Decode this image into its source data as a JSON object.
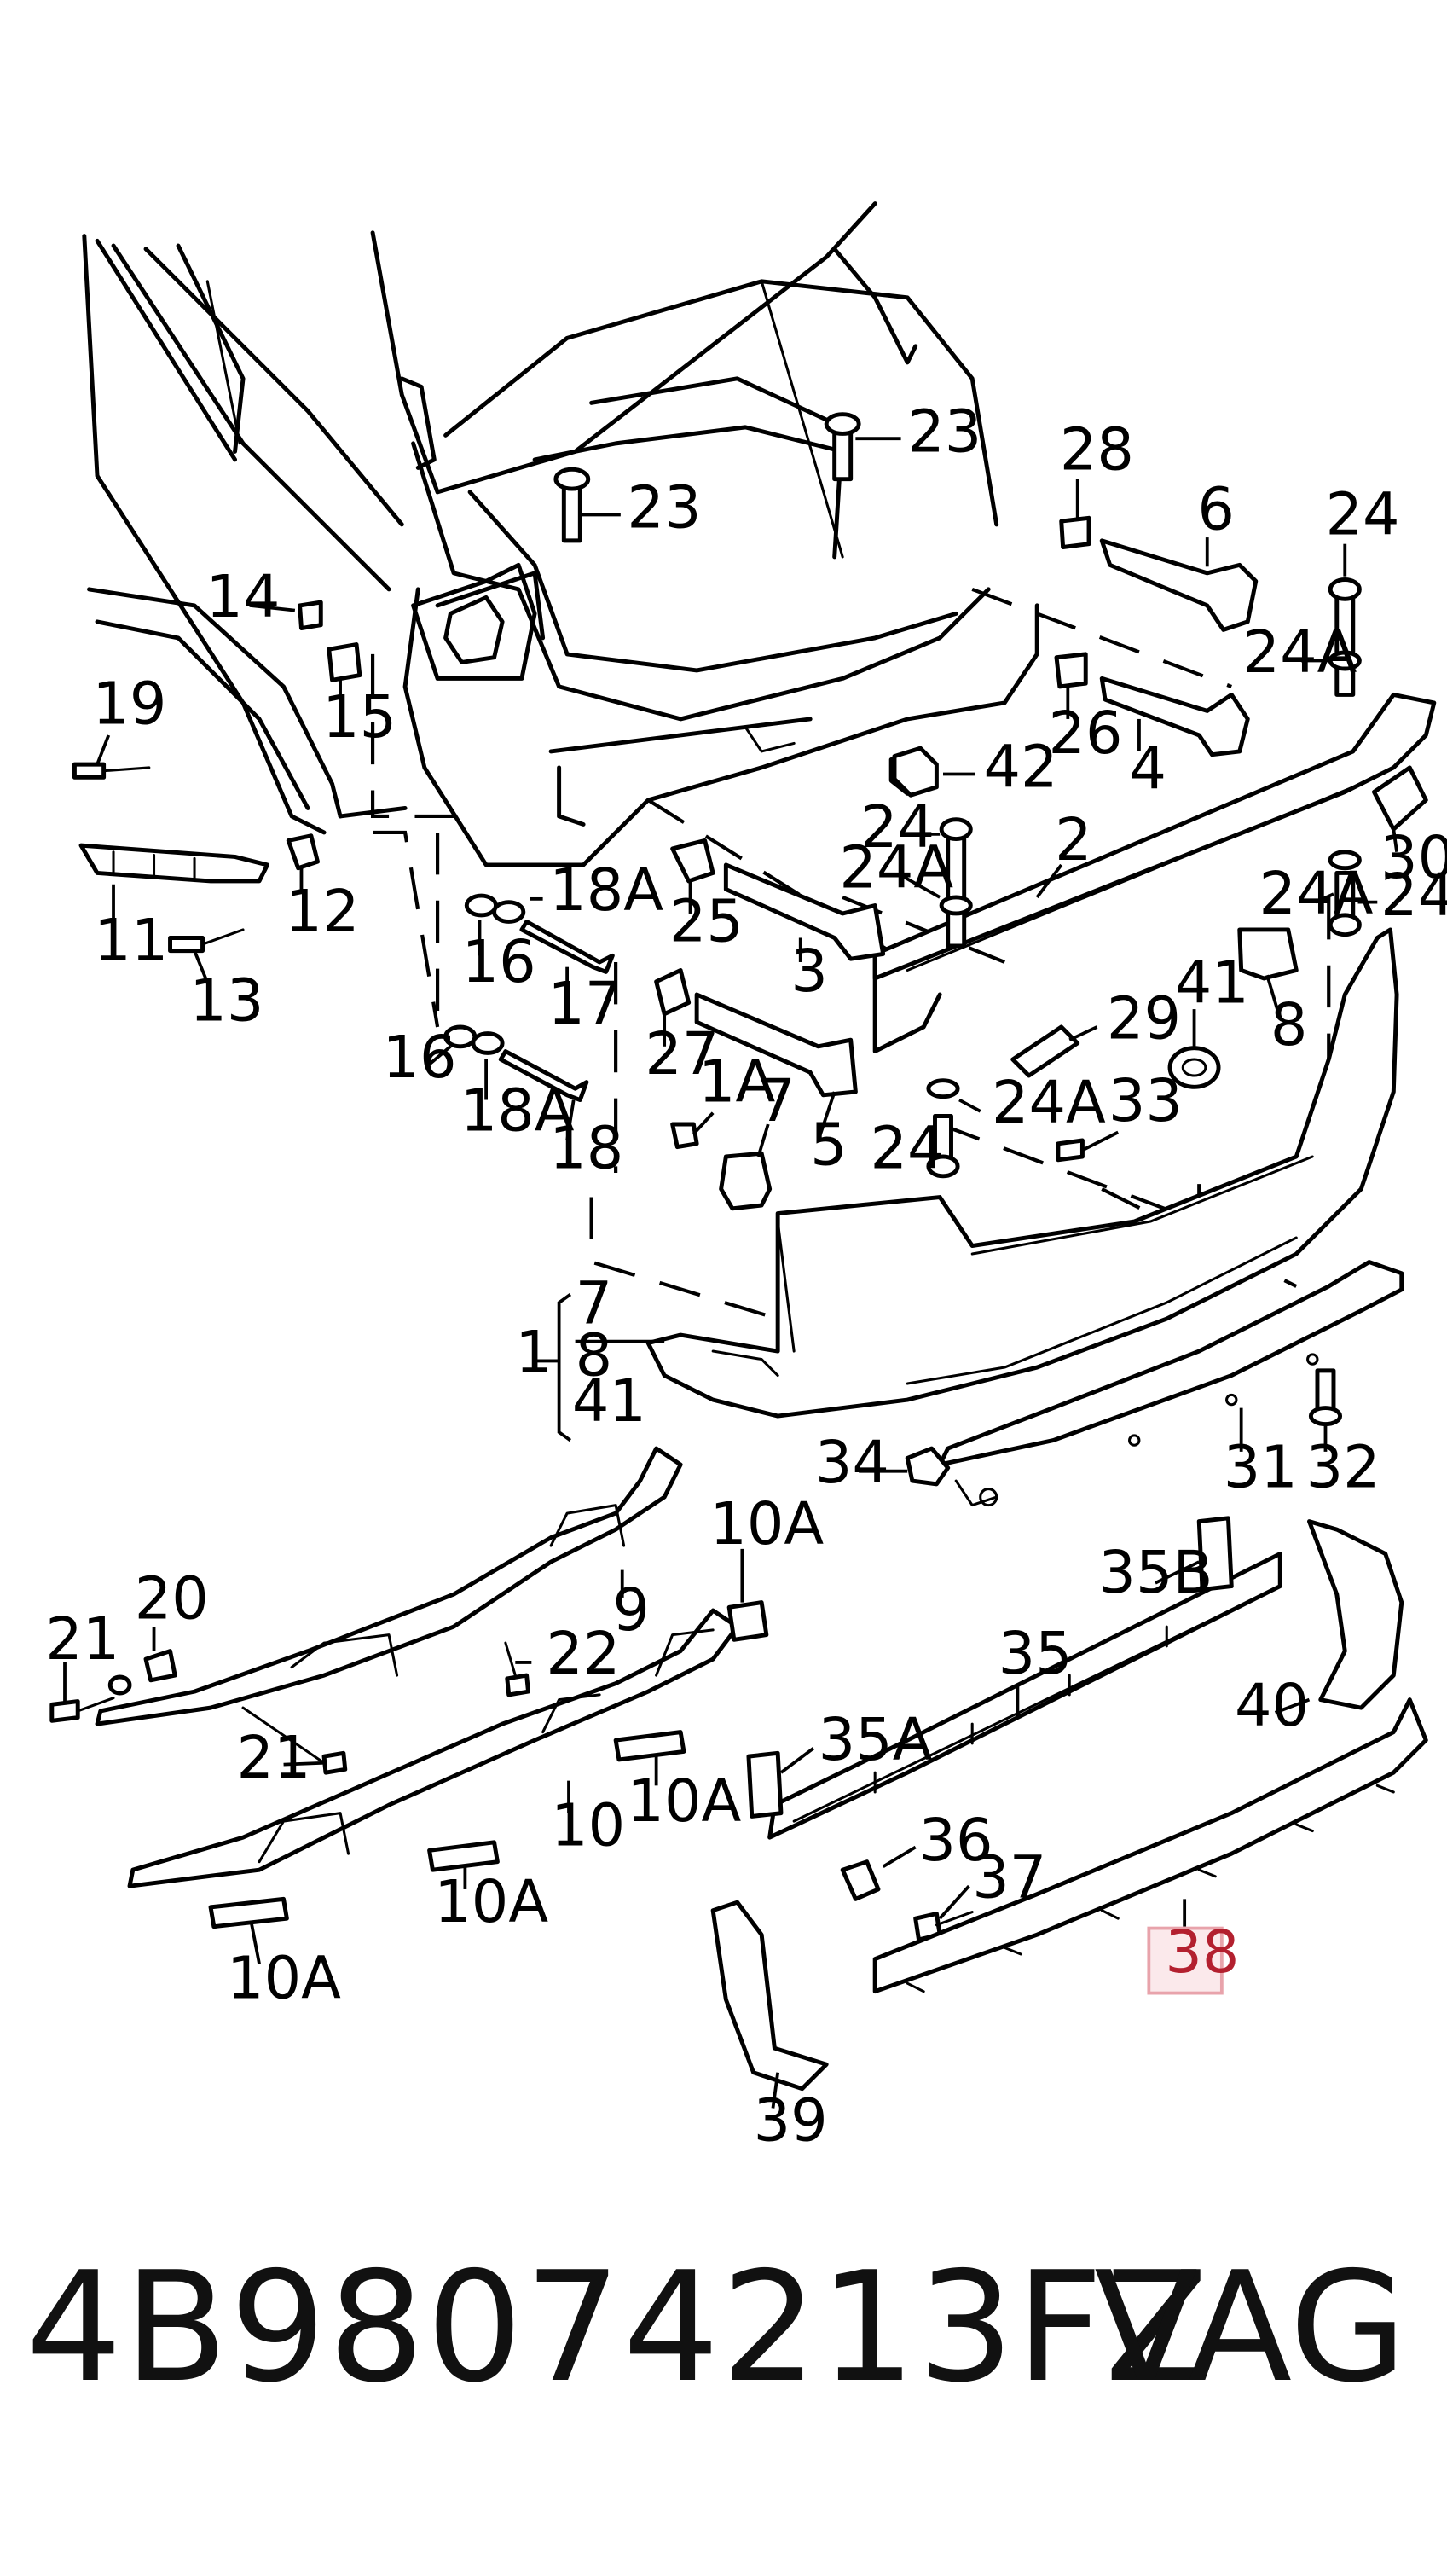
{
  "diagram": {
    "callouts": {
      "c23a": "23",
      "c23b": "23",
      "c14": "14",
      "c15": "15",
      "c19": "19",
      "c11": "11",
      "c12": "12",
      "c13": "13",
      "c28": "28",
      "c6": "6",
      "c24a": "24",
      "c24A_a": "24A",
      "c26": "26",
      "c4": "4",
      "c42": "42",
      "c2": "2",
      "c30": "30",
      "c24A_b": "24A",
      "c24b": "24",
      "c24c": "24",
      "c24A_c": "24A",
      "c25": "25",
      "c3": "3",
      "c18A_a": "18A",
      "c16a": "16",
      "c17": "17",
      "c27": "27",
      "c16b": "16",
      "c18A_b": "18A",
      "c18": "18",
      "c1A": "1A",
      "c7a": "7",
      "c5": "5",
      "c41a": "41",
      "c8a": "8",
      "c29": "29",
      "c24A_d": "24A",
      "c24d": "24",
      "c33": "33",
      "c1": "1",
      "c7b": "7",
      "c8b": "8",
      "c41b": "41",
      "c34": "34",
      "c31": "31",
      "c32": "32",
      "c10A_a": "10A",
      "c9": "9",
      "c20": "20",
      "c21a": "21",
      "c22": "22",
      "c21b": "21",
      "c10": "10",
      "c10A_b": "10A",
      "c10A_c": "10A",
      "c10A_d": "10A",
      "c35B": "35B",
      "c35": "35",
      "c40": "40",
      "c35A": "35A",
      "c36": "36",
      "c37": "37",
      "c38": "38",
      "c39": "39"
    },
    "highlight_color": "#e8a3ab",
    "highlight_fill": "#fbe9eb"
  },
  "footer": {
    "part_number": "4B98074213FZ",
    "brand": "VAG"
  }
}
